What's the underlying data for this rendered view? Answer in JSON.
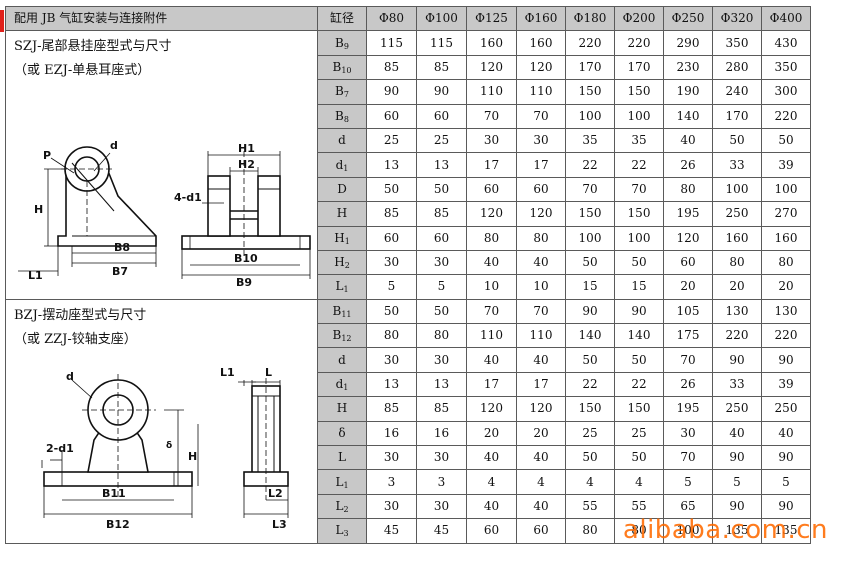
{
  "table": {
    "title": "配用 JB 气缸安装与连接附件",
    "bore_label": "缸径",
    "bores": [
      "Φ80",
      "Φ100",
      "Φ125",
      "Φ160",
      "Φ180",
      "Φ200",
      "Φ250",
      "Φ320",
      "Φ400"
    ],
    "section1": {
      "caption1": "SZJ-尾部悬挂座型式与尺寸",
      "caption2": "（或 EZJ-单悬耳座式）",
      "figure_labels": [
        "P",
        "d",
        "H",
        "B8",
        "B7",
        "L1",
        "H1",
        "H2",
        "4-d1",
        "B10",
        "B9"
      ],
      "rows": [
        {
          "sym": "B",
          "sub": "9",
          "values": [
            "115",
            "115",
            "160",
            "160",
            "220",
            "220",
            "290",
            "350",
            "430"
          ]
        },
        {
          "sym": "B",
          "sub": "10",
          "values": [
            "85",
            "85",
            "120",
            "120",
            "170",
            "170",
            "230",
            "280",
            "350"
          ]
        },
        {
          "sym": "B",
          "sub": "7",
          "values": [
            "90",
            "90",
            "110",
            "110",
            "150",
            "150",
            "190",
            "240",
            "300"
          ]
        },
        {
          "sym": "B",
          "sub": "8",
          "values": [
            "60",
            "60",
            "70",
            "70",
            "100",
            "100",
            "140",
            "170",
            "220"
          ]
        },
        {
          "sym": "d",
          "sub": "",
          "values": [
            "25",
            "25",
            "30",
            "30",
            "35",
            "35",
            "40",
            "50",
            "50"
          ]
        },
        {
          "sym": "d",
          "sub": "1",
          "values": [
            "13",
            "13",
            "17",
            "17",
            "22",
            "22",
            "26",
            "33",
            "39"
          ]
        },
        {
          "sym": "D",
          "sub": "",
          "values": [
            "50",
            "50",
            "60",
            "60",
            "70",
            "70",
            "80",
            "100",
            "100"
          ]
        },
        {
          "sym": "H",
          "sub": "",
          "values": [
            "85",
            "85",
            "120",
            "120",
            "150",
            "150",
            "195",
            "250",
            "270"
          ]
        },
        {
          "sym": "H",
          "sub": "1",
          "values": [
            "60",
            "60",
            "80",
            "80",
            "100",
            "100",
            "120",
            "160",
            "160"
          ]
        },
        {
          "sym": "H",
          "sub": "2",
          "values": [
            "30",
            "30",
            "40",
            "40",
            "50",
            "50",
            "60",
            "80",
            "80"
          ]
        },
        {
          "sym": "L",
          "sub": "1",
          "values": [
            "5",
            "5",
            "10",
            "10",
            "15",
            "15",
            "20",
            "20",
            "20"
          ]
        }
      ]
    },
    "section2": {
      "caption1": "BZJ-摆动座型式与尺寸",
      "caption2": "（或 ZZJ-铰轴支座）",
      "figure_labels": [
        "d",
        "2-d1",
        "H",
        "δ",
        "B11",
        "B12",
        "L1",
        "L",
        "L2",
        "L3"
      ],
      "rows": [
        {
          "sym": "B",
          "sub": "11",
          "values": [
            "50",
            "50",
            "70",
            "70",
            "90",
            "90",
            "105",
            "130",
            "130"
          ]
        },
        {
          "sym": "B",
          "sub": "12",
          "values": [
            "80",
            "80",
            "110",
            "110",
            "140",
            "140",
            "175",
            "220",
            "220"
          ]
        },
        {
          "sym": "d",
          "sub": "",
          "values": [
            "30",
            "30",
            "40",
            "40",
            "50",
            "50",
            "70",
            "90",
            "90"
          ]
        },
        {
          "sym": "d",
          "sub": "1",
          "values": [
            "13",
            "13",
            "17",
            "17",
            "22",
            "22",
            "26",
            "33",
            "39"
          ]
        },
        {
          "sym": "H",
          "sub": "",
          "values": [
            "85",
            "85",
            "120",
            "120",
            "150",
            "150",
            "195",
            "250",
            "250"
          ]
        },
        {
          "sym": "δ",
          "sub": "",
          "values": [
            "16",
            "16",
            "20",
            "20",
            "25",
            "25",
            "30",
            "40",
            "40"
          ]
        },
        {
          "sym": "L",
          "sub": "",
          "values": [
            "30",
            "30",
            "40",
            "40",
            "50",
            "50",
            "70",
            "90",
            "90"
          ]
        },
        {
          "sym": "L",
          "sub": "1",
          "values": [
            "3",
            "3",
            "4",
            "4",
            "4",
            "4",
            "5",
            "5",
            "5"
          ]
        },
        {
          "sym": "L",
          "sub": "2",
          "values": [
            "30",
            "30",
            "40",
            "40",
            "55",
            "55",
            "65",
            "90",
            "90"
          ]
        },
        {
          "sym": "L",
          "sub": "3",
          "values": [
            "45",
            "45",
            "60",
            "60",
            "80",
            "80",
            "100",
            "135",
            "135"
          ]
        }
      ]
    }
  },
  "watermark": "alibaba.com.cn"
}
